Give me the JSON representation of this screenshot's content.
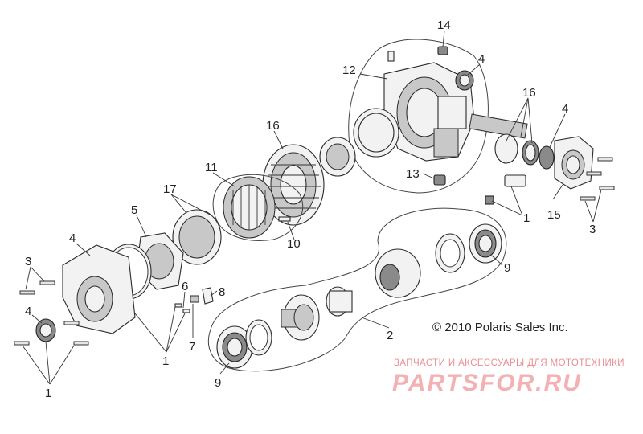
{
  "diagram": {
    "callouts": [
      {
        "id": "c14",
        "text": "14"
      },
      {
        "id": "c4a",
        "text": "4"
      },
      {
        "id": "c12",
        "text": "12"
      },
      {
        "id": "c16a",
        "text": "16"
      },
      {
        "id": "c4b",
        "text": "4"
      },
      {
        "id": "c16b",
        "text": "16"
      },
      {
        "id": "c11",
        "text": "11"
      },
      {
        "id": "c17",
        "text": "17"
      },
      {
        "id": "c13",
        "text": "13"
      },
      {
        "id": "c5",
        "text": "5"
      },
      {
        "id": "c4c",
        "text": "4"
      },
      {
        "id": "c1a",
        "text": "1"
      },
      {
        "id": "c15",
        "text": "15"
      },
      {
        "id": "c3a",
        "text": "3"
      },
      {
        "id": "c10",
        "text": "10"
      },
      {
        "id": "c9a",
        "text": "9"
      },
      {
        "id": "c3b",
        "text": "3"
      },
      {
        "id": "c6",
        "text": "6"
      },
      {
        "id": "c8",
        "text": "8"
      },
      {
        "id": "c4d",
        "text": "4"
      },
      {
        "id": "c7",
        "text": "7"
      },
      {
        "id": "c2",
        "text": "2"
      },
      {
        "id": "c1b",
        "text": "1"
      },
      {
        "id": "c1c",
        "text": "1"
      },
      {
        "id": "c9b",
        "text": "9"
      }
    ],
    "copyright": "© 2010 Polaris Sales Inc."
  },
  "watermark": {
    "tagline": "ЗАПЧАСТИ И АКСЕССУАРЫ ДЛЯ МОТОТЕХНИКИ",
    "logo": "PARTSFOR.RU"
  }
}
